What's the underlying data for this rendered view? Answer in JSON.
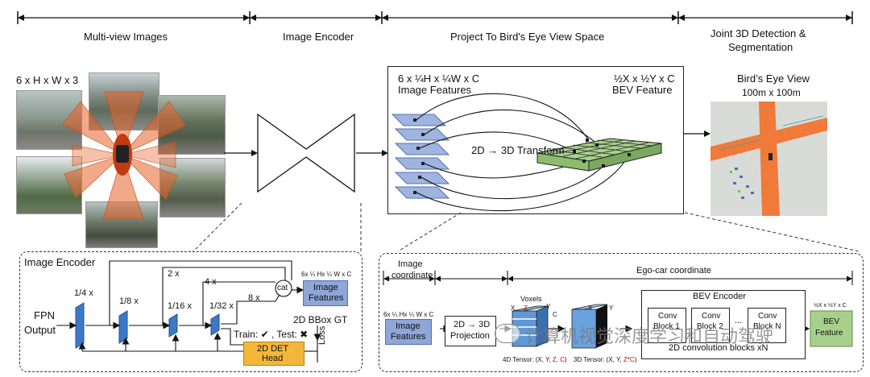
{
  "stages": {
    "s1": "Multi-view Images",
    "s2": "Image Encoder",
    "s3": "Project To Bird's Eye View Space",
    "s4_line1": "Joint 3D Detection &",
    "s4_line2": "Segmentation"
  },
  "mv": {
    "dims": "6 x H x W x 3"
  },
  "proj": {
    "img_dims": "6 x ¼H x ¼W x C",
    "img_label": "Image Features",
    "bev_dims": "½X x ½Y x C",
    "bev_label": "BEV Feature",
    "transform": "2D → 3D Transform"
  },
  "bev": {
    "title": "Bird’s Eye View",
    "size": "100m x 100m"
  },
  "enc": {
    "title": "Image Encoder",
    "fpn1": "FPN",
    "fpn2": "Output",
    "s_quarter": "1/4 x",
    "s_eighth": "1/8 x",
    "s_16": "1/16 x",
    "s_32": "1/32 x",
    "k2": "2 x",
    "k4": "4 x",
    "k8": "8 x",
    "cat": "cat",
    "out_dims": "6x ¼ Hx ¼ W x C",
    "out_label1": "Image",
    "out_label2": "Features",
    "gt": "2D BBox GT",
    "train": "Train: ✔ , Test: ✖",
    "det1": "2D DET",
    "det2": "Head",
    "loss": "Loss"
  },
  "bev_enc": {
    "img_coord1": "Image",
    "img_coord2": "coordinate",
    "ego": "Ego-car coordinate",
    "in_dims": "6x ¼ Hx ¼ W x C",
    "in1": "Image",
    "in2": "Features",
    "proj1": "2D → 3D",
    "proj2": "Projection",
    "voxels": "Voxels",
    "x1": "X",
    "y1": "Y",
    "z": "Z",
    "c1": "C",
    "x2": "X",
    "y2": "Y",
    "t4d_a": "4D Tensor: (X, Y, ",
    "t4d_b": "Z, C",
    "t4d_c": ")",
    "t3d_a": "3D Tensor: (X, Y, ",
    "t3d_b": "Z*C",
    "t3d_c": ")",
    "enc_title": "BEV Encoder",
    "cb1a": "Conv",
    "cb1b": "Block 1",
    "cb2a": "Conv",
    "cb2b": "Block 2",
    "dots": "...",
    "cbNa": "Conv",
    "cbNb": "Block N",
    "blocks": "2D convolution blocks xN",
    "out_dims": "½X x ½Y x C",
    "out1": "BEV",
    "out2": "Feature"
  },
  "watermark": "计算机视觉深度学习和自动驾驶",
  "colors": {
    "blue": "#8ea6d8",
    "orange": "#f2b73a",
    "green": "#a8d08d",
    "road": "#f07a3a",
    "accent_red": "#d00000"
  }
}
